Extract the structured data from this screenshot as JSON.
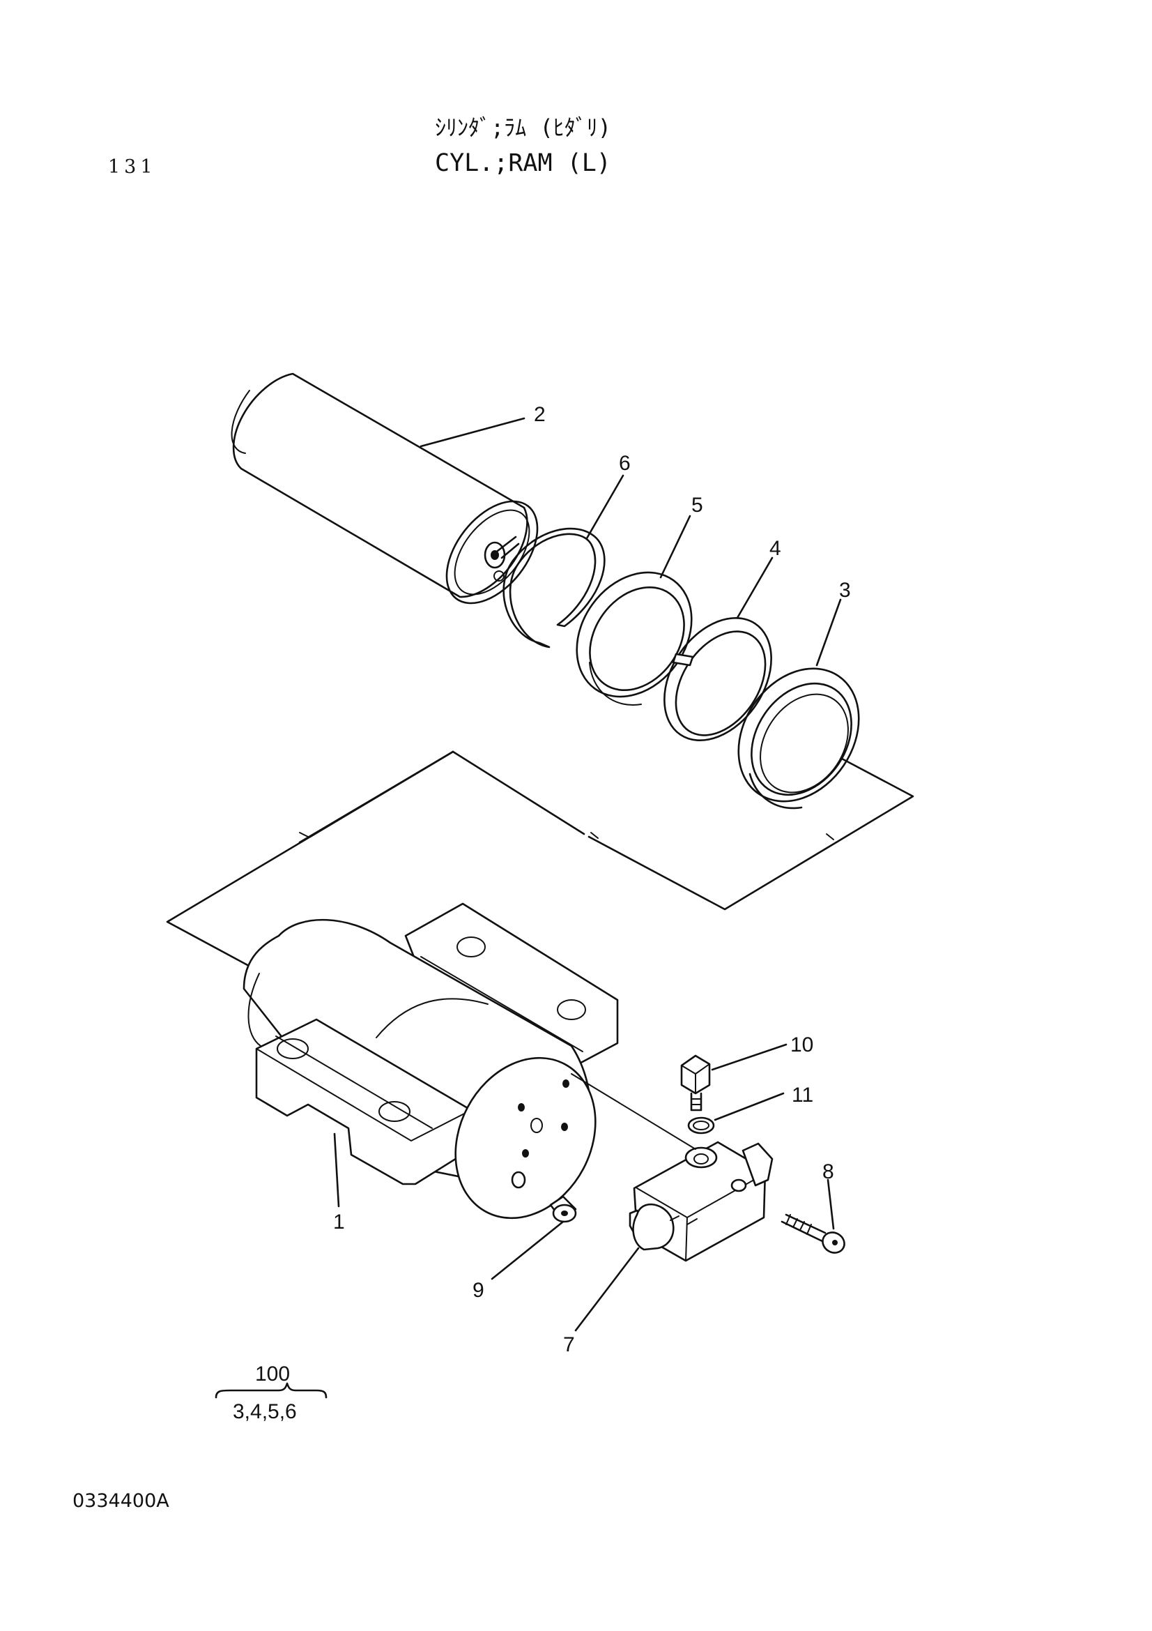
{
  "header": {
    "page_number": "131",
    "title_jp": "ｼﾘﾝﾀﾞ;ﾗﾑ (ﾋﾀﾞﾘ)",
    "title_en": "CYL.;RAM (L)"
  },
  "callouts": [
    {
      "id": "1",
      "label": "1"
    },
    {
      "id": "2",
      "label": "2"
    },
    {
      "id": "3",
      "label": "3"
    },
    {
      "id": "4",
      "label": "4"
    },
    {
      "id": "5",
      "label": "5"
    },
    {
      "id": "6",
      "label": "6"
    },
    {
      "id": "7",
      "label": "7"
    },
    {
      "id": "8",
      "label": "8"
    },
    {
      "id": "9",
      "label": "9"
    },
    {
      "id": "10",
      "label": "10"
    },
    {
      "id": "11",
      "label": "11"
    }
  ],
  "kit": {
    "number": "100",
    "contents": "3,4,5,6"
  },
  "footer": {
    "drawing_code": "0334400A"
  }
}
